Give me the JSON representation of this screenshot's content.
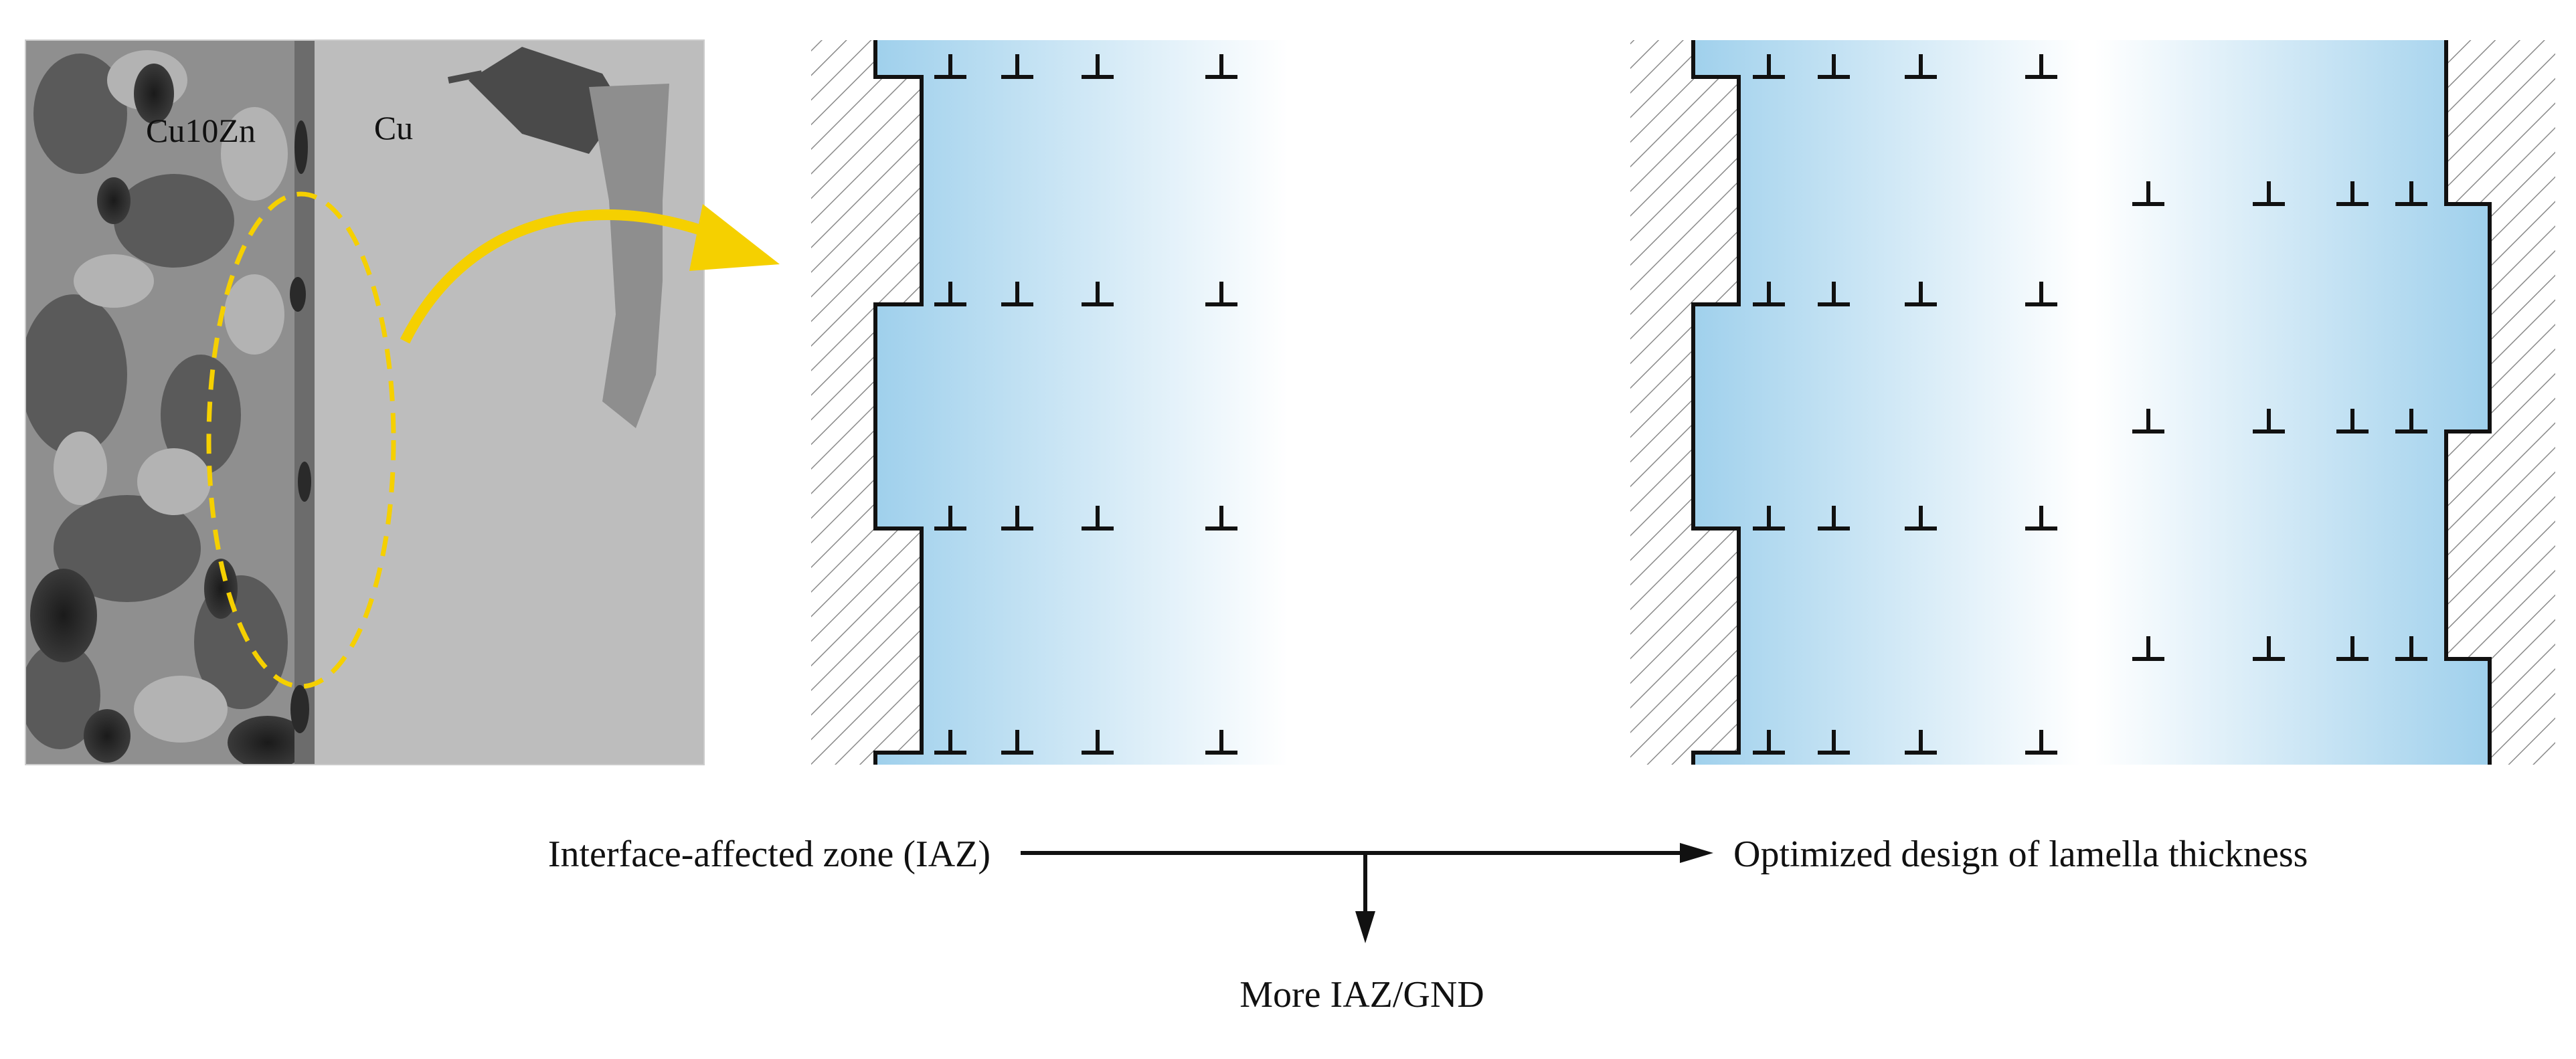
{
  "micrograph": {
    "phase_left": "Cu10Zn",
    "phase_right": "Cu"
  },
  "flow": {
    "left_label": "Interface-affected zone (IAZ)",
    "right_label": "Optimized design of lamella thickness",
    "bottom_label": "More IAZ/GND"
  },
  "colors": {
    "highlight_yellow": "#f5d000",
    "gradient_blue": "#9fd0ec",
    "line_black": "#111111",
    "hatch_gray": "#8a8a8a"
  },
  "icons": [
    "dislocation-symbol-icon",
    "curved-arrow-icon",
    "hatched-wall"
  ]
}
